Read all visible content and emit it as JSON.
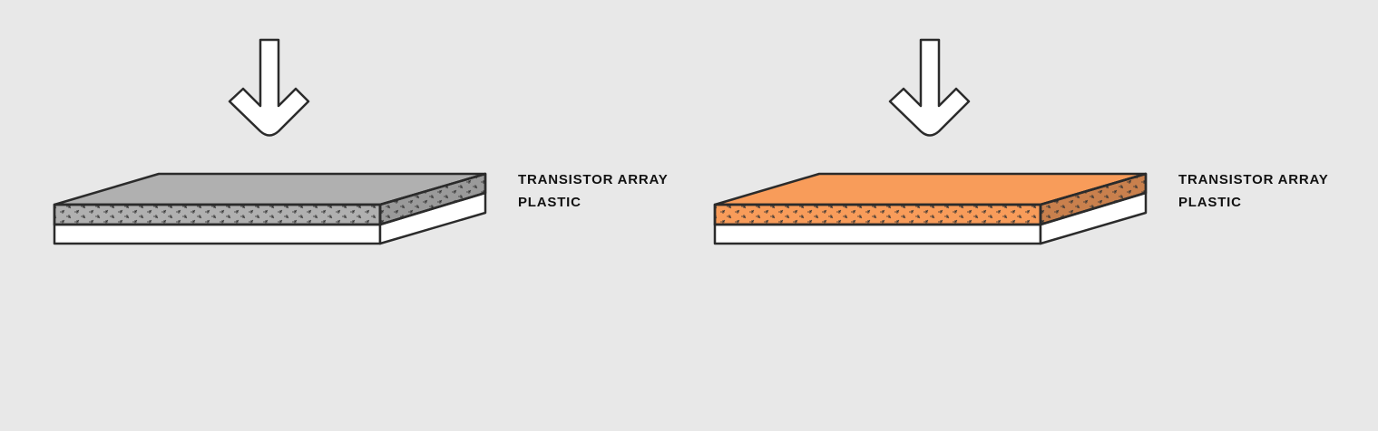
{
  "panels": [
    {
      "top_color": "#b0b0b0",
      "front_color": "#b0b0b0",
      "side_color": "#9a9a9a",
      "labels": [
        "TRANSISTOR ARRAY",
        "PLASTIC"
      ]
    },
    {
      "top_color": "#f89c5a",
      "front_color": "#f89c5a",
      "side_color": "#c9804d",
      "labels": [
        "TRANSISTOR ARRAY",
        "PLASTIC"
      ]
    }
  ],
  "colors": {
    "background": "#e8e8e8",
    "stroke": "#2b2b2b",
    "plastic": "#ffffff"
  },
  "icons": {
    "arrow": "down-arrow-icon"
  }
}
